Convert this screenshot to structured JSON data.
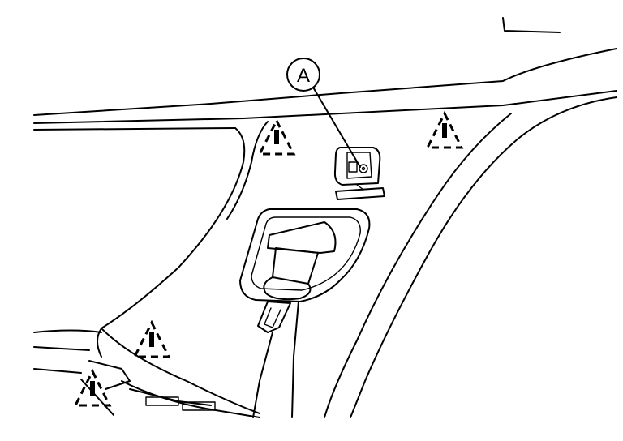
{
  "callout": {
    "label": "A"
  },
  "markers": [
    {
      "type": "dashed-triangle"
    },
    {
      "type": "dashed-triangle"
    },
    {
      "type": "dashed-triangle"
    },
    {
      "type": "dashed-triangle"
    }
  ],
  "colors": {
    "line": "#000000",
    "background": "#ffffff"
  }
}
